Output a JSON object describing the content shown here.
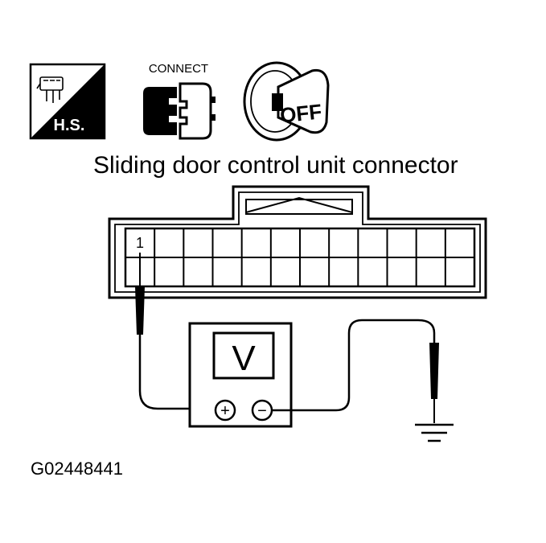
{
  "icons": {
    "harness_side": {
      "label": "H.S.",
      "icon": "harness-side-connector-icon"
    },
    "connect": {
      "label": "CONNECT",
      "icon": "connector-connect-icon"
    },
    "ignition": {
      "label": "OFF",
      "icon": "ignition-key-off-icon"
    }
  },
  "title": "Sliding door control unit  connector",
  "connector": {
    "terminal_label": "1",
    "columns": 12,
    "rows": 2
  },
  "meter": {
    "mode": "V",
    "positive": "+",
    "negative": "−"
  },
  "ground_icon": "ground-symbol-icon",
  "figure_id": "G02448441",
  "colors": {
    "ink": "#000000",
    "paper": "#ffffff"
  }
}
